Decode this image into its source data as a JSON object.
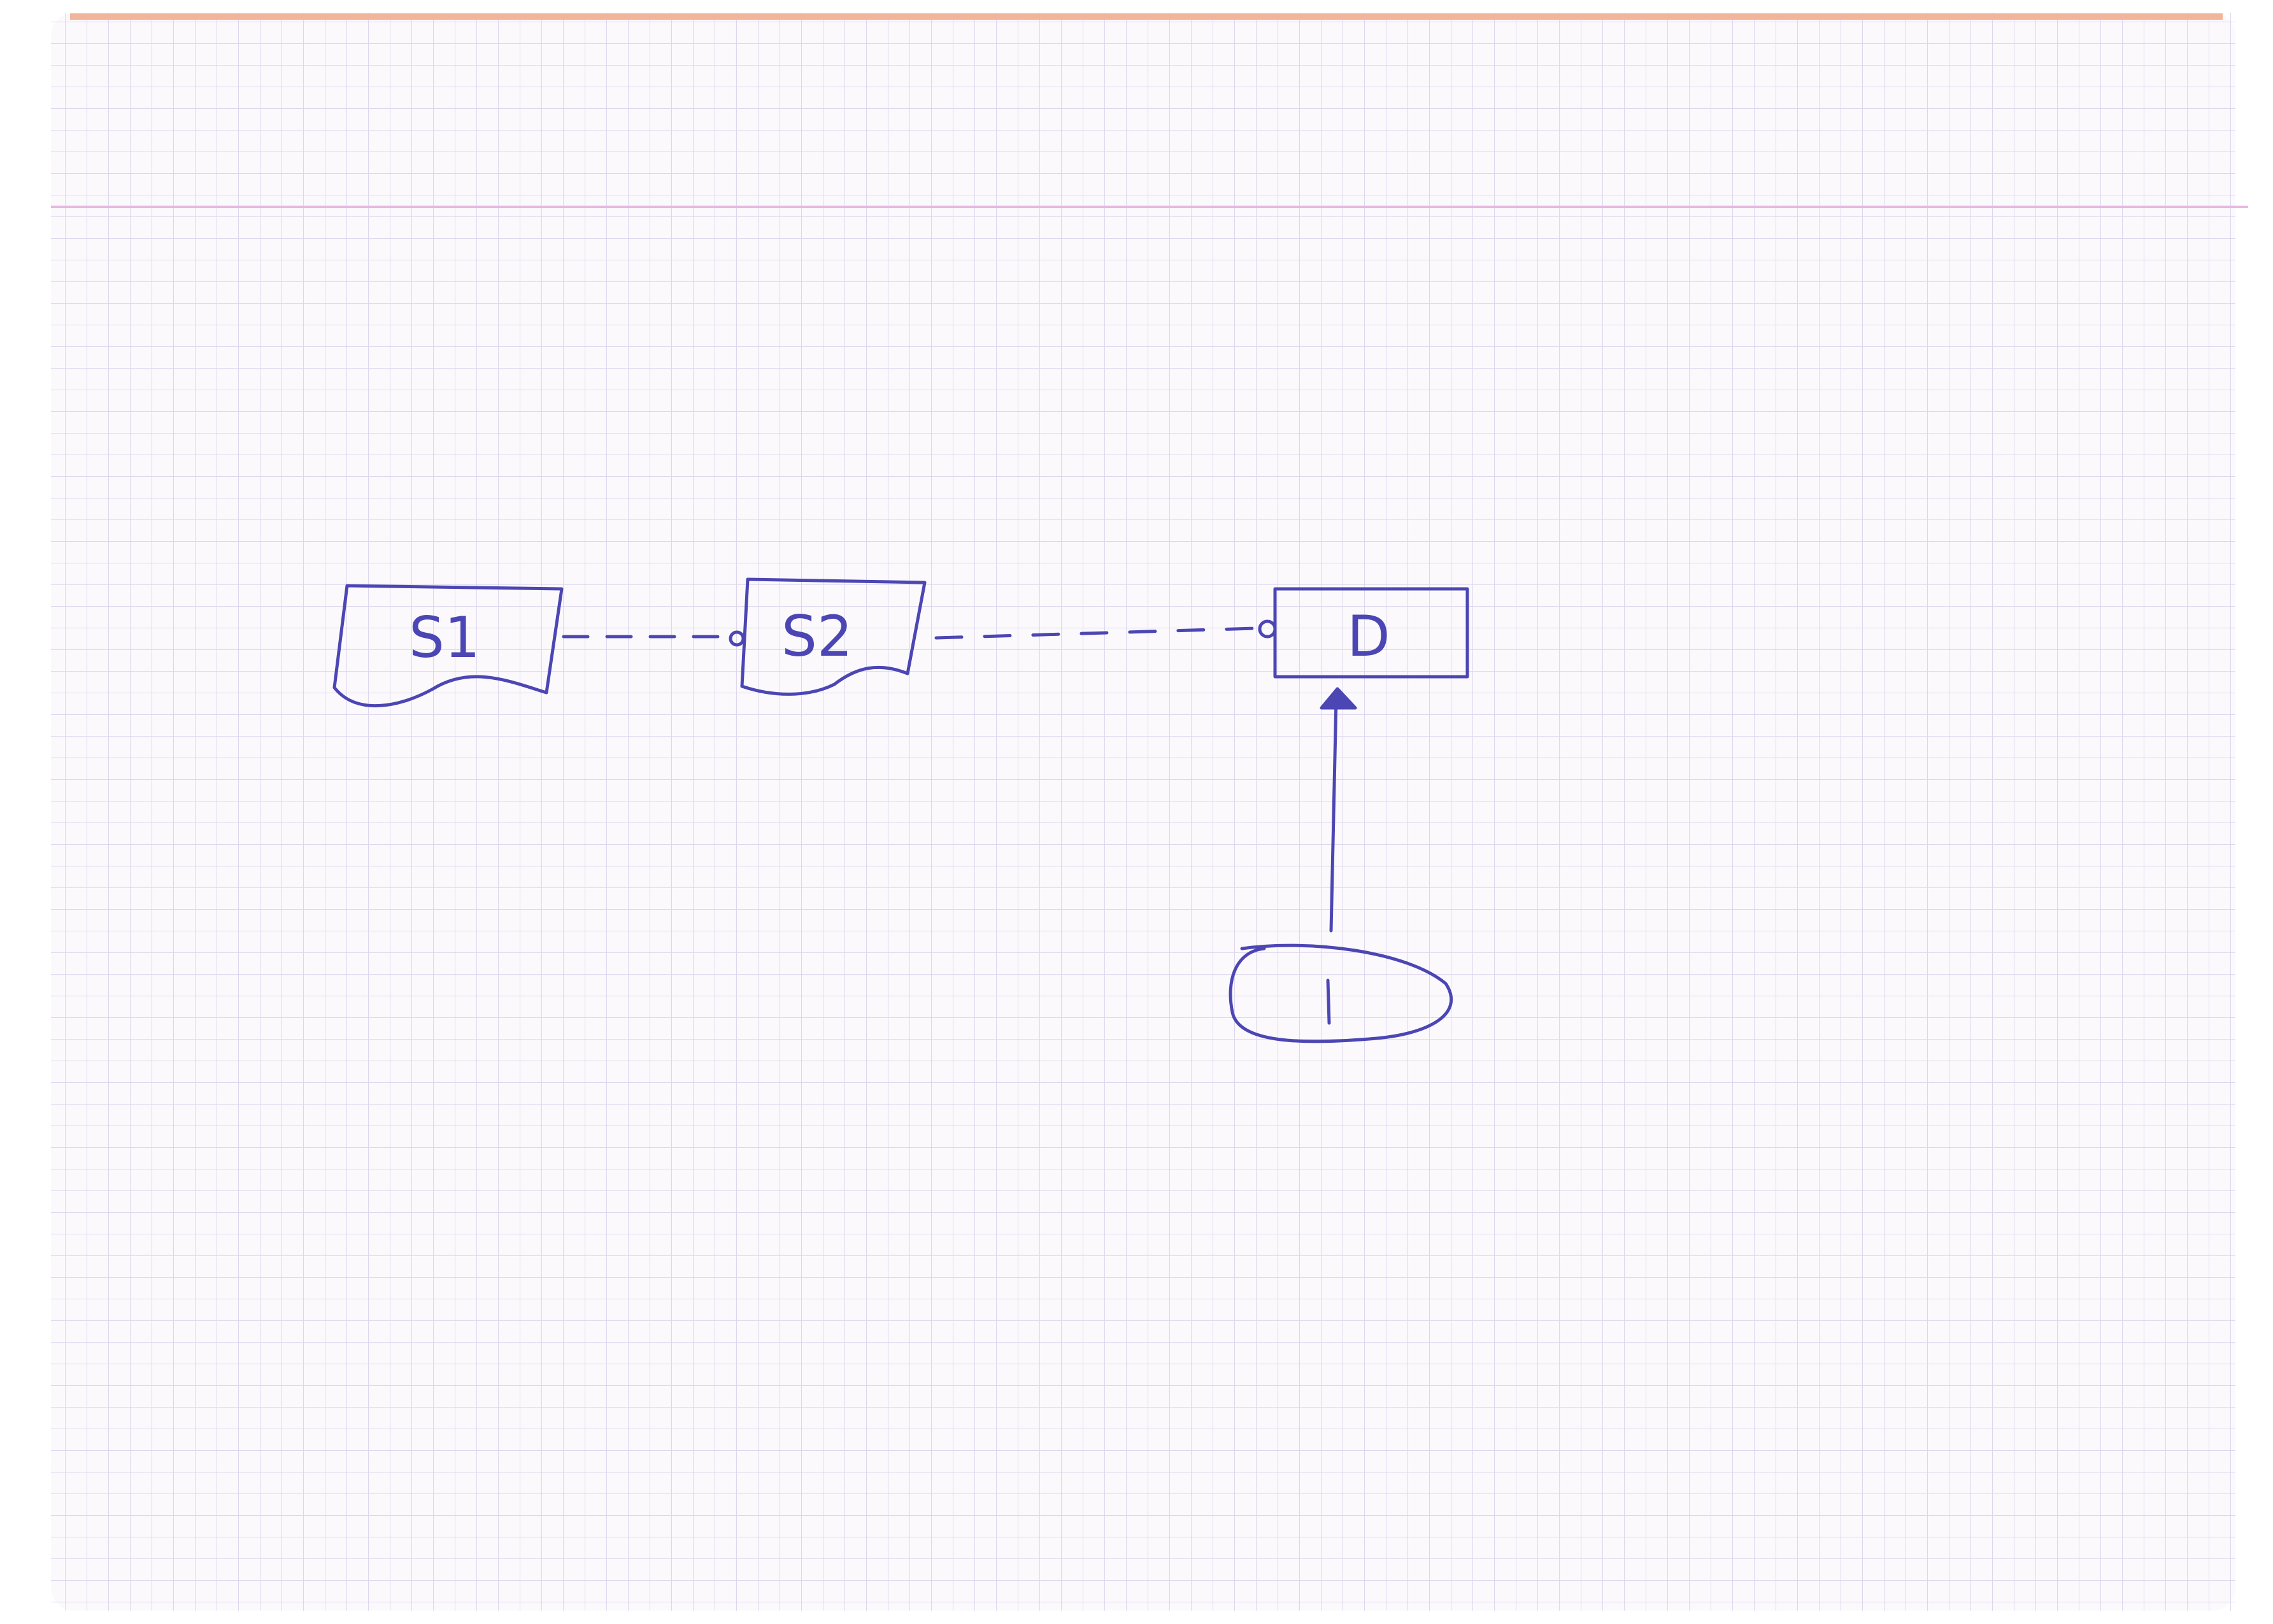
{
  "colors": {
    "paper": "#fbf9fc",
    "grid": "#ddd7ee",
    "margin_line": "#e7b8df",
    "top_edge": "#f0b59a",
    "ink": "#4c46b4"
  },
  "nodes": {
    "s1": {
      "shape": "document",
      "label": "S1"
    },
    "s2": {
      "shape": "document",
      "label": "S2"
    },
    "d": {
      "shape": "rectangle",
      "label": "D"
    },
    "i": {
      "shape": "ellipse",
      "label": "I"
    }
  },
  "edges": [
    {
      "from": "S1",
      "to": "S2",
      "style": "dashed",
      "end": "small-circle"
    },
    {
      "from": "S2",
      "to": "D",
      "style": "dashed",
      "end": "small-circle"
    },
    {
      "from": "I",
      "to": "D",
      "style": "solid",
      "end": "filled-triangle-arrow"
    }
  ]
}
